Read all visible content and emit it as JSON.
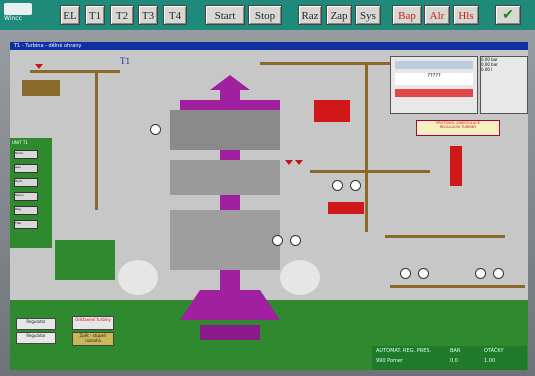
{
  "toolbar": {
    "logo_text": "Wincc",
    "buttons": [
      {
        "label": "EL"
      },
      {
        "label": "T1"
      },
      {
        "label": "T2"
      },
      {
        "label": "T3"
      },
      {
        "label": "T4"
      },
      {
        "label": "Start"
      },
      {
        "label": "Stop"
      },
      {
        "label": "Raz"
      },
      {
        "label": "Zap"
      },
      {
        "label": "Sys"
      },
      {
        "label": "Bap"
      },
      {
        "label": "Alr"
      },
      {
        "label": "Hls"
      },
      {
        "label": "✔"
      }
    ]
  },
  "window": {
    "title": "T1 - Turbina - dělné ohrany"
  },
  "diagram": {
    "unit_label": "T1",
    "legend_title": "UNIT T1",
    "legend_items": [
      "Turbo",
      "Gen",
      "Hydr",
      "Servo",
      "Olej",
      "Tlak"
    ],
    "warning_label": "PROTOKOL ZAREGULACE\nREGULACNI TURBINY",
    "info_panel_value": "?????",
    "status_labels": [
      "AUTOMAT. REG. PRES.",
      "BAR",
      "OTÁČKY"
    ],
    "status_values": [
      "990 Pomer",
      "0.0",
      "1.00"
    ],
    "right_panel": {
      "line1": "0.00 bar",
      "line2": "0.00 bar",
      "line3": "0.00 l"
    },
    "bottom_buttons": [
      "Regulator",
      "Regulator",
      "Odstavení turbiny",
      "Zpět - stupeň rozvaha"
    ]
  }
}
